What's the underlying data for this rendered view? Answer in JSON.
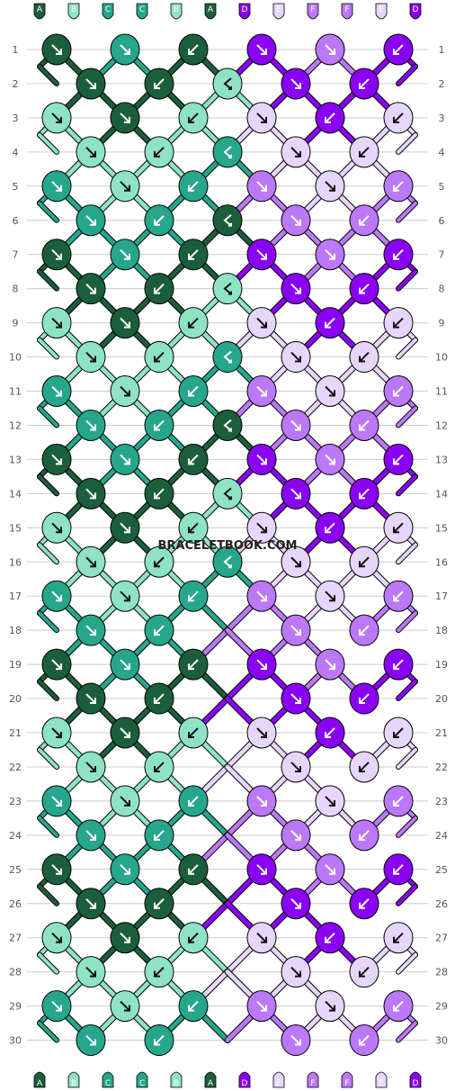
{
  "colors": {
    "A": "#1b5e3b",
    "B": "#8ee3c4",
    "C": "#26a68a",
    "D": "#8a00f5",
    "E": "#e6d6fb",
    "F": "#bb78f7",
    "grid": "#cccccc",
    "node_stroke": "#000000"
  },
  "strands_top": [
    "A",
    "B",
    "C",
    "C",
    "B",
    "A",
    "D",
    "E",
    "F",
    "F",
    "E",
    "D"
  ],
  "strands_bottom": [
    "A",
    "B",
    "C",
    "C",
    "B",
    "A",
    "D",
    "E",
    "F",
    "F",
    "E",
    "D"
  ],
  "row_labels": [
    "1",
    "2",
    "3",
    "4",
    "5",
    "6",
    "7",
    "8",
    "9",
    "10",
    "11",
    "12",
    "13",
    "14",
    "15",
    "16",
    "17",
    "18",
    "19",
    "20",
    "21",
    "22",
    "23",
    "24",
    "25",
    "26",
    "27",
    "28",
    "29",
    "30"
  ],
  "watermark": "BRACELETBOOK.COM",
  "left_knots": [
    [
      "A:fwd",
      "C:fwd",
      "A:bwd"
    ],
    [
      "A:fwd",
      "A:bwd",
      "B:bwdfwd"
    ],
    [
      "B:fwd",
      "A:fwd",
      "B:bwd"
    ],
    [
      "B:fwd",
      "B:bwd",
      "C:bwdfwd"
    ],
    [
      "C:fwd",
      "B:fwd",
      "C:bwd"
    ],
    [
      "C:fwd",
      "C:bwd",
      "A:bwdfwd"
    ],
    [
      "A:fwd",
      "C:fwd",
      "A:bwd"
    ],
    [
      "A:fwd",
      "A:bwd",
      "B:bwdfwd"
    ],
    [
      "B:fwd",
      "A:fwd",
      "B:bwd"
    ],
    [
      "B:fwd",
      "B:bwd",
      "C:bwdfwd"
    ],
    [
      "C:fwd",
      "B:fwd",
      "C:bwd"
    ],
    [
      "C:fwd",
      "C:bwd",
      "A:bwdfwd"
    ],
    [
      "A:fwd",
      "C:fwd",
      "A:bwd"
    ],
    [
      "A:fwd",
      "A:bwd",
      "B:bwdfwd"
    ],
    [
      "B:fwd",
      "A:fwd",
      "B:bwd"
    ],
    [
      "B:fwd",
      "B:bwd",
      "C:bwdfwd"
    ],
    [
      "C:fwd",
      "B:fwd",
      "C:bwd"
    ],
    [
      "C:fwd",
      "C:bwd"
    ],
    [
      "A:fwd",
      "C:fwd",
      "A:bwd"
    ],
    [
      "A:fwd",
      "A:bwd"
    ],
    [
      "B:fwd",
      "A:fwd",
      "B:bwd"
    ],
    [
      "B:fwd",
      "B:bwd"
    ],
    [
      "C:fwd",
      "B:fwd",
      "C:bwd"
    ],
    [
      "C:fwd",
      "C:bwd"
    ],
    [
      "A:fwd",
      "C:fwd",
      "A:bwd"
    ],
    [
      "A:fwd",
      "A:bwd"
    ],
    [
      "B:fwd",
      "A:fwd",
      "B:bwd"
    ],
    [
      "B:fwd",
      "B:bwd"
    ],
    [
      "C:fwd",
      "B:fwd",
      "C:bwd"
    ],
    [
      "C:fwd",
      "C:bwd"
    ]
  ],
  "right_knots": [
    [
      "D:fwd",
      "F:fwd",
      "D:bwd"
    ],
    [
      "B:fwdbwd",
      "D:fwd",
      "D:bwd"
    ],
    [
      "E:fwd",
      "D:bwd",
      "E:bwd"
    ],
    [
      "C:fwdbwd",
      "E:fwd",
      "E:bwd"
    ],
    [
      "F:fwd",
      "E:fwd",
      "F:bwd"
    ],
    [
      "A:fwdbwd",
      "F:fwd",
      "F:bwd"
    ],
    [
      "D:fwd",
      "F:fwd",
      "D:bwd"
    ],
    [
      "B:fwdbwd",
      "D:fwd",
      "D:bwd"
    ],
    [
      "E:fwd",
      "D:bwd",
      "E:bwd"
    ],
    [
      "C:fwdbwd",
      "E:fwd",
      "E:bwd"
    ],
    [
      "F:fwd",
      "E:fwd",
      "F:bwd"
    ],
    [
      "A:fwdbwd",
      "F:fwd",
      "F:bwd"
    ],
    [
      "D:fwd",
      "F:fwd",
      "D:bwd"
    ],
    [
      "B:fwdbwd",
      "D:fwd",
      "D:bwd"
    ],
    [
      "E:fwd",
      "D:bwd",
      "E:bwd"
    ],
    [
      "C:fwdbwd",
      "E:fwd",
      "E:bwd"
    ],
    [
      "F:fwd",
      "E:fwd",
      "F:bwd"
    ],
    [
      "F:fwd",
      "F:bwd"
    ],
    [
      "D:fwd",
      "F:fwd",
      "D:bwd"
    ],
    [
      "D:fwd",
      "D:bwd"
    ],
    [
      "E:fwd",
      "D:bwd",
      "E:bwd"
    ],
    [
      "E:fwd",
      "E:bwd"
    ],
    [
      "F:fwd",
      "E:fwd",
      "F:bwd"
    ],
    [
      "F:fwd",
      "F:bwd"
    ],
    [
      "D:fwd",
      "F:fwd",
      "D:bwd"
    ],
    [
      "D:fwd",
      "D:bwd"
    ],
    [
      "E:fwd",
      "D:bwd",
      "E:bwd"
    ],
    [
      "E:fwd",
      "E:bwd"
    ],
    [
      "F:fwd",
      "E:fwd",
      "F:bwd"
    ],
    [
      "F:fwd",
      "F:bwd"
    ]
  ]
}
